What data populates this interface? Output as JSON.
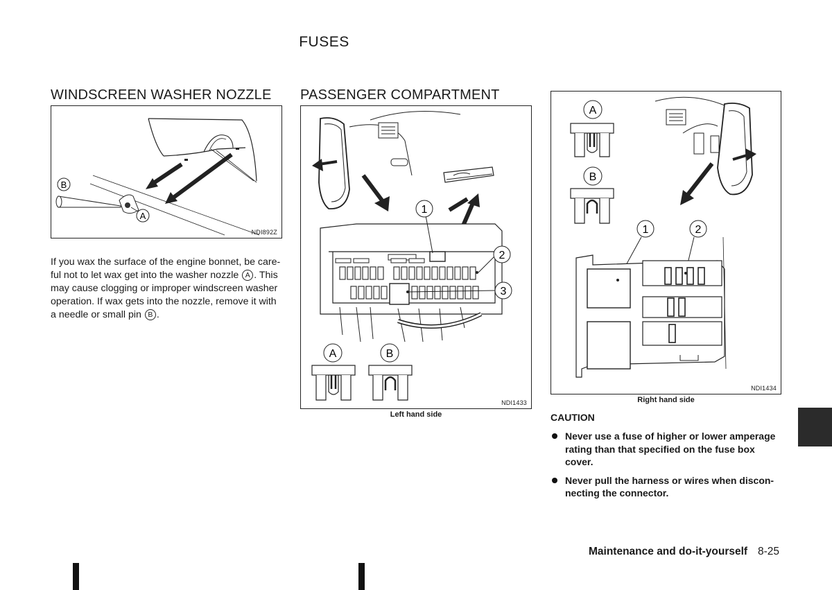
{
  "page_title": "FUSES",
  "washer": {
    "heading": "WINDSCREEN WASHER NOZZLE",
    "figure_code": "NDI892Z",
    "label_a": "A",
    "label_b": "B",
    "para_1": "If you wax the surface of the engine bonnet, be care-",
    "para_2a": "ful not to let wax get into the washer nozzle",
    "para_2b": ". This",
    "para_3": "may cause clogging or improper windscreen washer",
    "para_4": "operation. If wax gets into the nozzle, remove it with",
    "para_5a": "a needle or small pin",
    "para_5b": "."
  },
  "compartment": {
    "heading": "PASSENGER COMPARTMENT",
    "left_figure": {
      "code": "NDI1433",
      "caption": "Left hand side",
      "callouts": [
        "1",
        "2",
        "3"
      ],
      "fuse_labels": [
        "A",
        "B"
      ]
    },
    "right_figure": {
      "code": "NDI1434",
      "caption": "Right hand side",
      "callouts": [
        "1",
        "2"
      ],
      "fuse_labels": [
        "A",
        "B"
      ]
    }
  },
  "caution": {
    "title": "CAUTION",
    "items": [
      {
        "l1": "Never use a fuse of higher or lower amperage",
        "l2": "rating than that specified on the fuse box",
        "l3": "cover."
      },
      {
        "l1": "Never pull the harness or wires when discon-",
        "l2": "necting the connector."
      }
    ]
  },
  "footer": {
    "section": "Maintenance and do-it-yourself",
    "page": "8-25"
  },
  "colors": {
    "ink": "#1a1a1a",
    "tab": "#2b2b2b"
  }
}
